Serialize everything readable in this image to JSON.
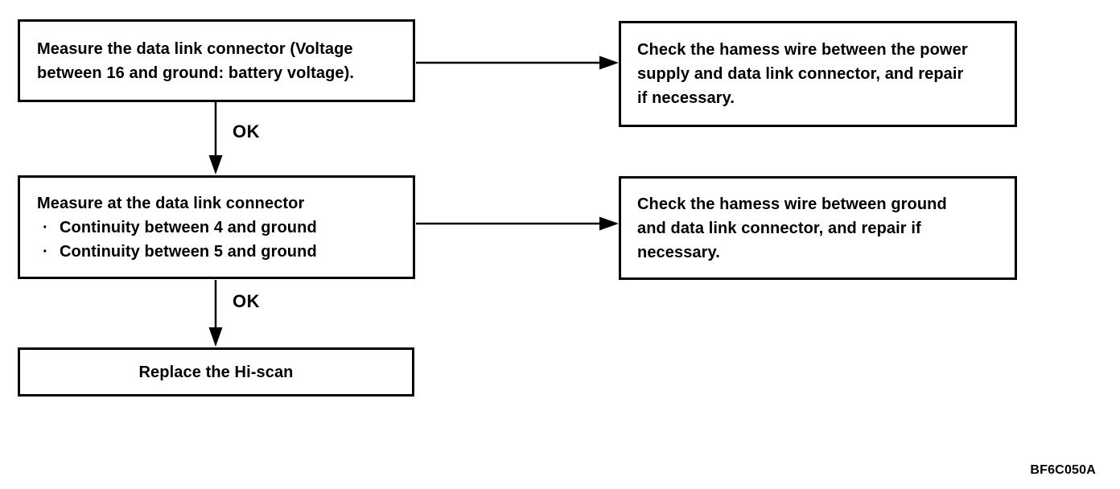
{
  "figure_code": "BF6C050A",
  "colors": {
    "ink": "#000000",
    "paper": "#ffffff"
  },
  "flowchart": {
    "nodes": {
      "step1": {
        "lines": [
          "Measure the data link connector (Voltage",
          "between 16 and ground: battery voltage)."
        ]
      },
      "action1": {
        "lines": [
          "Check the hamess wire between the power",
          "supply and data link connector, and repair",
          "if necessary."
        ]
      },
      "step2": {
        "title": "Measure at the data link connector",
        "bullet_glyph": "·",
        "bullets": [
          "Continuity between 4 and ground",
          "Continuity between 5 and ground"
        ]
      },
      "action2": {
        "lines": [
          "Check the hamess wire between ground",
          "and data link connector, and repair if",
          "necessary."
        ]
      },
      "step3": {
        "text": "Replace the Hi-scan"
      }
    },
    "edge_labels": {
      "ok1": "OK",
      "ok2": "OK"
    }
  }
}
